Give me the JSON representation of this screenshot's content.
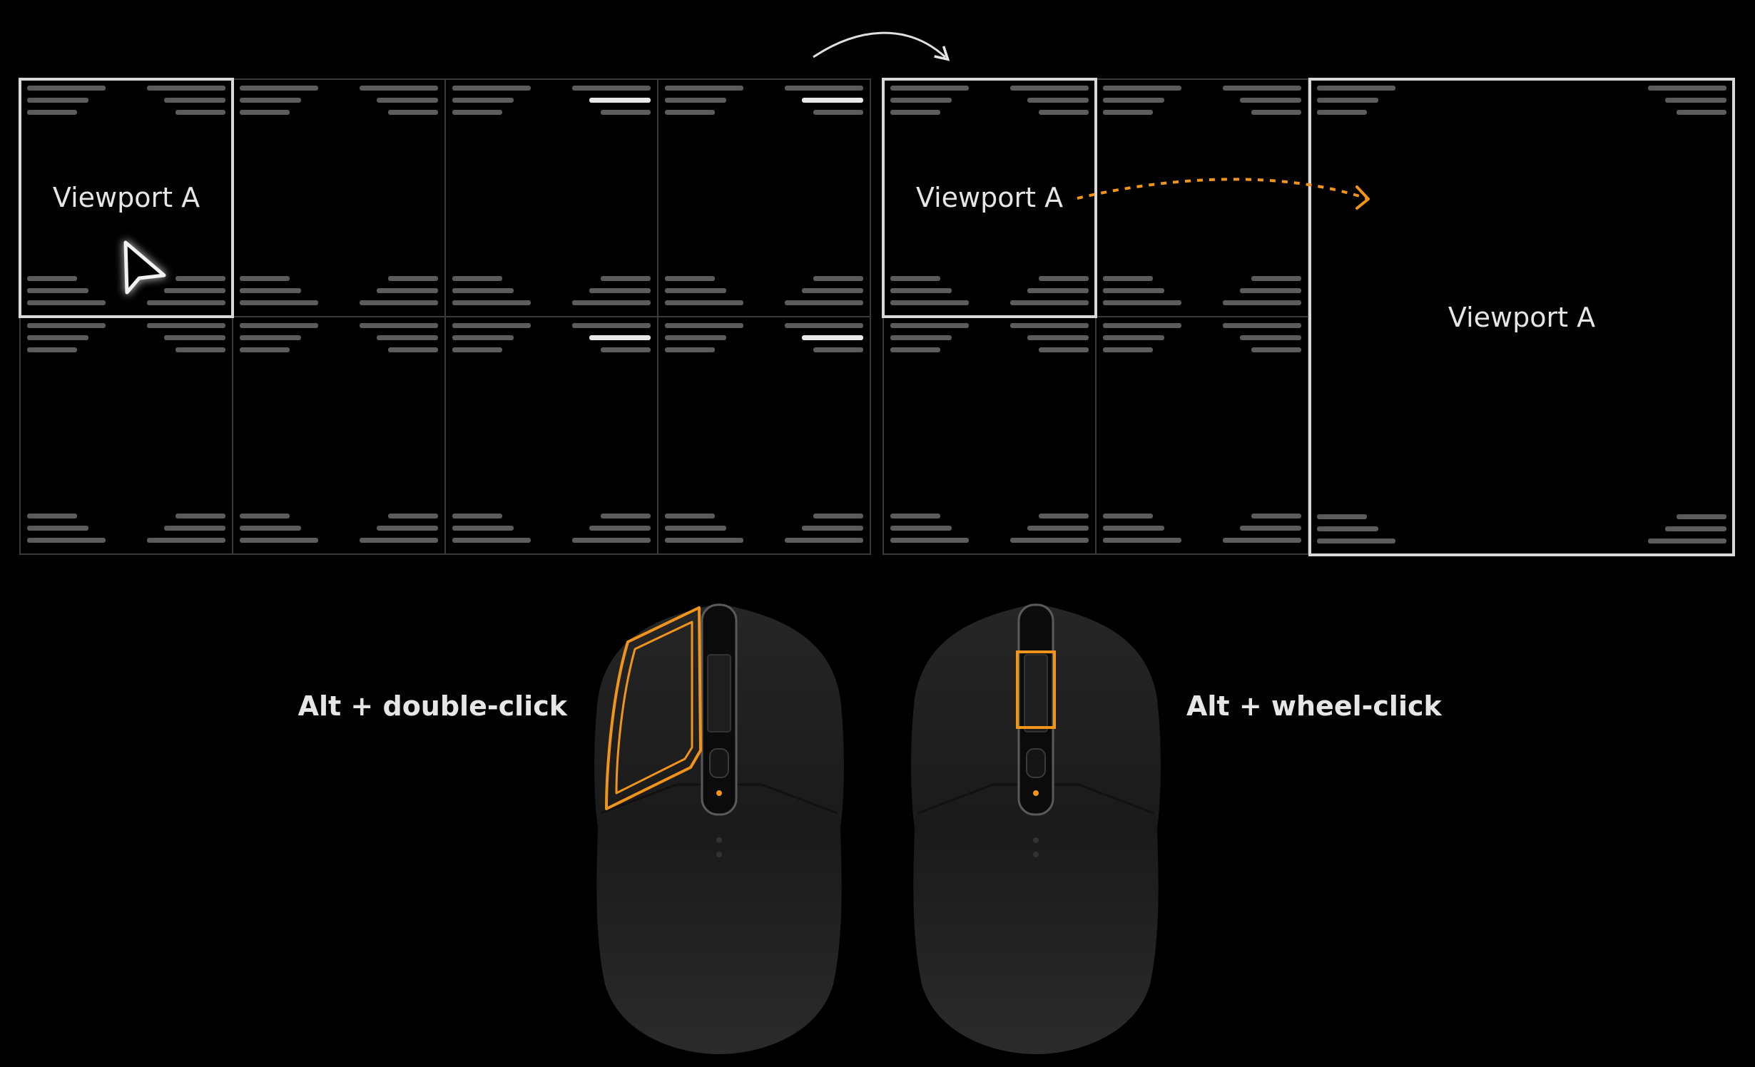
{
  "left_layout": {
    "rows": 2,
    "cols": 4,
    "selected_viewport_label": "Viewport A"
  },
  "right_layout": {
    "small_viewport_label": "Viewport A",
    "large_viewport_label": "Viewport A"
  },
  "actions": [
    {
      "label": "Alt + double-click",
      "highlight": "left-button"
    },
    {
      "label": "Alt + wheel-click",
      "highlight": "scroll-wheel"
    }
  ],
  "colors": {
    "background": "#000000",
    "grid_line": "#3a3a3a",
    "selected_border": "#d9d9d9",
    "placeholder_bar": "#5c5c5c",
    "highlight_bar": "#e8e8e8",
    "accent": "#f0941c",
    "mouse_body": "#1c1c1c"
  },
  "icons": [
    "cursor-arrow-icon",
    "curved-arrow-icon",
    "dotted-arrow-icon",
    "mouse-icon"
  ]
}
